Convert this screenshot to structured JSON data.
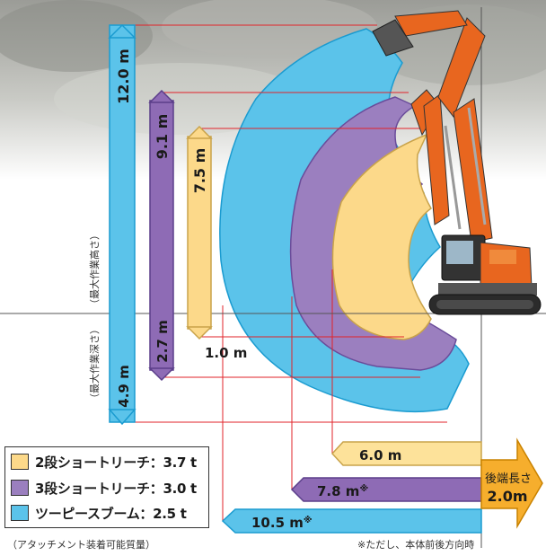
{
  "heights": {
    "blue": "12.0 m",
    "purple": "9.1 m",
    "yellow": "7.5 m"
  },
  "depths": {
    "blue": "4.9 m",
    "purple": "2.7 m",
    "yellow": "1.0 m"
  },
  "axis_labels": {
    "height": "（最大作業高さ）",
    "depth": "（最大作業深さ）"
  },
  "reach": {
    "yellow": "6.0 m",
    "purple": "7.8 m",
    "blue": "10.5 m",
    "mark": "※"
  },
  "tail_swing": {
    "label": "後端長さ",
    "value": "2.0m"
  },
  "legend": [
    {
      "label": "2段ショートリーチ：3.7 t",
      "color": "#fcd98a"
    },
    {
      "label": "3段ショートリーチ：3.0 t",
      "color": "#9b7fbf"
    },
    {
      "label": "ツーピースブーム：2.5 t",
      "color": "#5bc3ea"
    }
  ],
  "notes": {
    "attachment": "（アタッチメント装着可能質量）",
    "footnote": "※ただし、本体前後方向時"
  },
  "colors": {
    "blue": "#5bc3ea",
    "purple": "#8e6bb5",
    "yellow": "#fcd98a",
    "orange": "#e8661f",
    "reach_yellow": "#fde29a",
    "tail_orange": "#f6ae2d"
  }
}
